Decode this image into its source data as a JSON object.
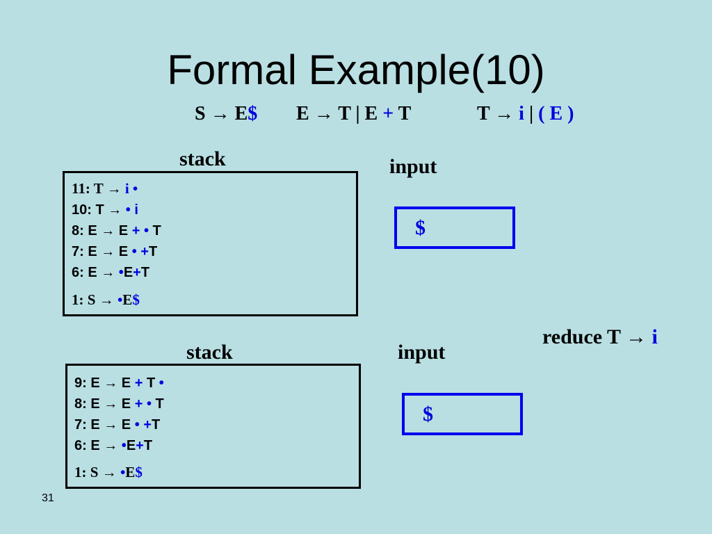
{
  "slide": {
    "title": "Formal Example(10)",
    "page_number": "31"
  },
  "grammar": {
    "rule_s": {
      "lhs": "S",
      "arrow": "→",
      "rhs_a": "E",
      "rhs_b": "$"
    },
    "rule_e": {
      "lhs": "E",
      "arrow": "→",
      "rhs_a": "T | E",
      "plus": "+",
      "rhs_b": "T"
    },
    "rule_t": {
      "lhs": "T",
      "arrow": "→",
      "rhs_a": "i",
      "bar": " | ",
      "rhs_b": "( E )"
    }
  },
  "top_panel": {
    "stack_label": "stack",
    "input_label": "input",
    "stack_rows": [
      {
        "pre": "11: T → ",
        "blue": "i •",
        "post": ""
      },
      {
        "pre": "10: T → ",
        "blue": "• i",
        "post": ""
      },
      {
        "pre": "8: E → E ",
        "blue": "+ •",
        "post": " T"
      },
      {
        "pre": "7: E → E ",
        "blue": "• +",
        "post": "T"
      },
      {
        "pre": "6: E → ",
        "blue": "•",
        "post": "E",
        "blue2": "+",
        "post2": "T"
      },
      {
        "pre": "1: S → ",
        "blue": "•",
        "post": "E",
        "blue2": "$",
        "post2": ""
      }
    ],
    "input_value": "$"
  },
  "reduce": {
    "text": "reduce T → ",
    "symbol": "i"
  },
  "bottom_panel": {
    "stack_label": "stack",
    "input_label": "input",
    "stack_rows": [
      {
        "pre": "9: E → E ",
        "blue": "+",
        "post": " T ",
        "blue2": "•",
        "post2": ""
      },
      {
        "pre": "8: E → E ",
        "blue": "+ •",
        "post": " T"
      },
      {
        "pre": "7: E → E ",
        "blue": "• +",
        "post": "T"
      },
      {
        "pre": "6: E → ",
        "blue": "•",
        "post": "E",
        "blue2": "+",
        "post2": "T"
      },
      {
        "pre": "1: S → ",
        "blue": "•",
        "post": "E",
        "blue2": "$",
        "post2": ""
      }
    ],
    "input_value": "$"
  },
  "colors": {
    "background": "#b9dfe3",
    "accent_blue": "#0000dd",
    "input_border": "#0000ee"
  }
}
